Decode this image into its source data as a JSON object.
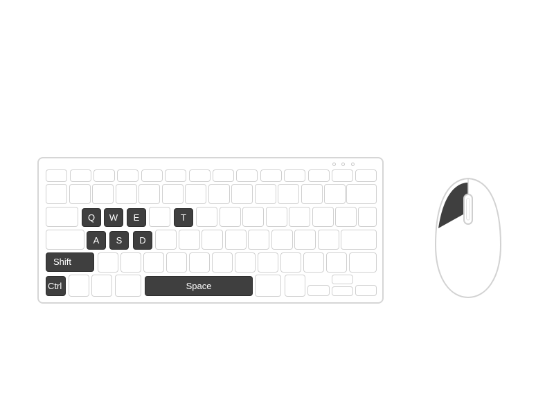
{
  "keyboard": {
    "keys": {
      "q": "Q",
      "w": "W",
      "e": "E",
      "t": "T",
      "a": "A",
      "s": "S",
      "d": "D",
      "shift": "Shift",
      "ctrl": "Ctrl",
      "space": "Space"
    }
  },
  "colors": {
    "highlight": "#3f3f3f",
    "outline": "#d0d0d0"
  }
}
